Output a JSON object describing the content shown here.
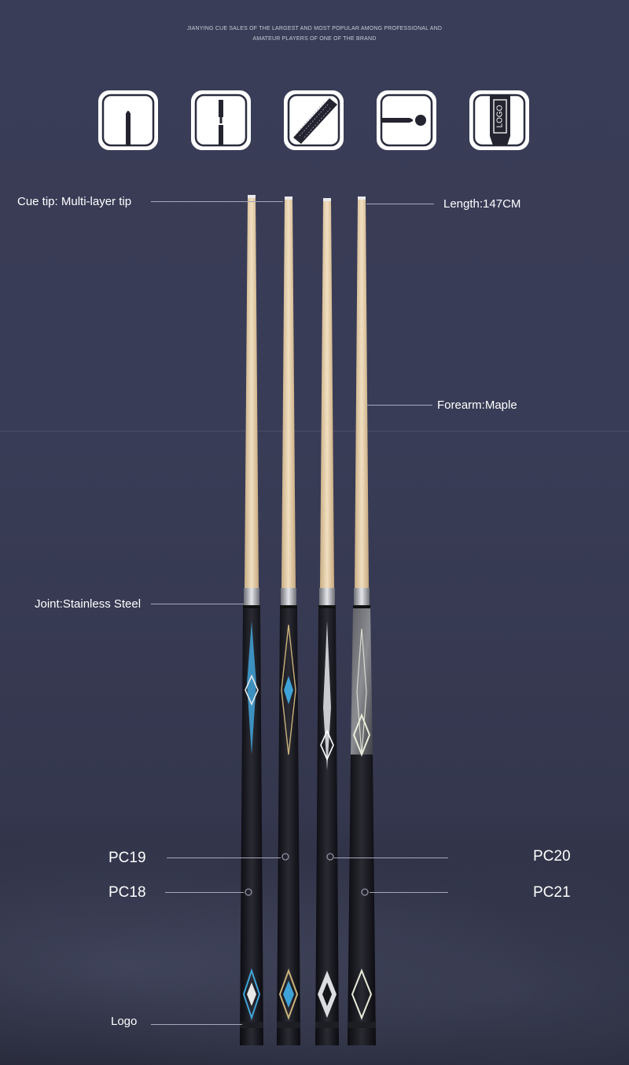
{
  "header": {
    "line1": "JIANYING CUE SALES OF THE LARGEST AND MOST POPULAR AMONG PROFESSIONAL AND",
    "line2": "AMATEUR PLAYERS OF ONE OF THE BRAND"
  },
  "icons": [
    {
      "name": "cue-tip-icon"
    },
    {
      "name": "joint-icon"
    },
    {
      "name": "forearm-wood-icon"
    },
    {
      "name": "cue-ball-icon"
    },
    {
      "name": "logo-butt-icon",
      "text": "LOGO"
    }
  ],
  "labels": {
    "cue_tip": "Cue tip: Multi-layer tip",
    "length": "Length:147CM",
    "forearm": "Forearm:Maple",
    "joint": "Joint:Stainless Steel",
    "logo": "Logo"
  },
  "models": {
    "pc19": "PC19",
    "pc18": "PC18",
    "pc20": "PC20",
    "pc21": "PC21"
  },
  "colors": {
    "background": "#393c56",
    "maple": "#e8d3b0",
    "butt": "#15151a",
    "inlay_blue": "#3fa3d8",
    "inlay_gold": "#c9b27a"
  }
}
